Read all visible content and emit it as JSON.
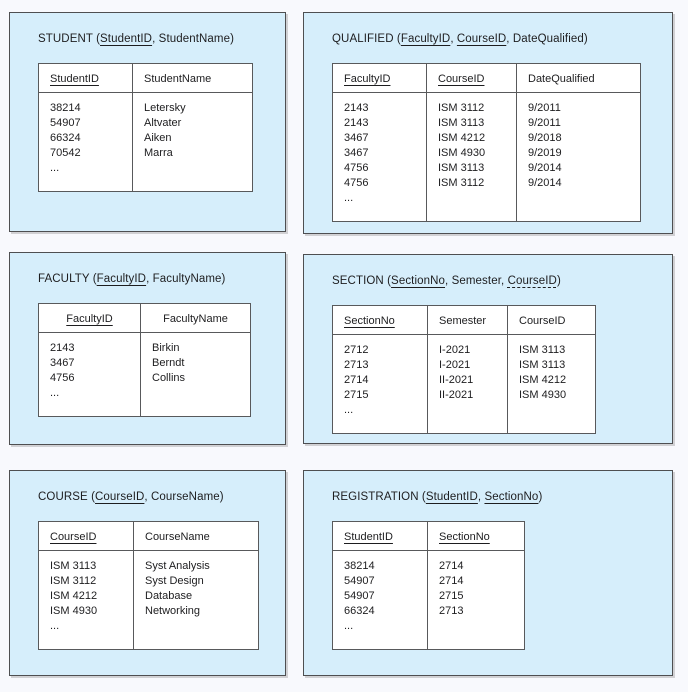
{
  "figure": {
    "kind": "relational-schema-sample-data",
    "colors": {
      "page_background": "#f8f9fd",
      "panel_fill": "#d6eefb",
      "panel_border": "#4e4f51",
      "table_border": "#58595b",
      "table_fill": "#ffffff",
      "text": "#1d1d1f"
    }
  },
  "panels": [
    {
      "id": "student",
      "relation_name": "STUDENT",
      "title_segments": [
        {
          "text": "STUDENT ("
        },
        {
          "text": "StudentID",
          "underline": "solid"
        },
        {
          "text": ", StudentName)"
        }
      ],
      "header_align": "left",
      "columns": [
        {
          "label": "StudentID",
          "underline": "solid"
        },
        {
          "label": "StudentName"
        }
      ],
      "rows": [
        [
          "38214",
          "Letersky"
        ],
        [
          "54907",
          "Altvater"
        ],
        [
          "66324",
          "Aiken"
        ],
        [
          "70542",
          "Marra"
        ]
      ],
      "ellipsis": "..."
    },
    {
      "id": "qualified",
      "relation_name": "QUALIFIED",
      "title_segments": [
        {
          "text": "QUALIFIED ("
        },
        {
          "text": "FacultyID",
          "underline": "solid"
        },
        {
          "text": ", "
        },
        {
          "text": "CourseID",
          "underline": "solid"
        },
        {
          "text": ", DateQualified)"
        }
      ],
      "header_align": "left",
      "columns": [
        {
          "label": "FacultyID",
          "underline": "solid"
        },
        {
          "label": "CourseID",
          "underline": "solid"
        },
        {
          "label": "DateQualified"
        }
      ],
      "rows": [
        [
          "2143",
          "ISM 3112",
          "9/2011"
        ],
        [
          "2143",
          "ISM 3113",
          "9/2011"
        ],
        [
          "3467",
          "ISM 4212",
          "9/2018"
        ],
        [
          "3467",
          "ISM 4930",
          "9/2019"
        ],
        [
          "4756",
          "ISM 3113",
          "9/2014"
        ],
        [
          "4756",
          "ISM 3112",
          "9/2014"
        ]
      ],
      "ellipsis": "..."
    },
    {
      "id": "faculty",
      "relation_name": "FACULTY",
      "title_segments": [
        {
          "text": "FACULTY ("
        },
        {
          "text": "FacultyID",
          "underline": "solid"
        },
        {
          "text": ", FacultyName)"
        }
      ],
      "header_align": "center",
      "columns": [
        {
          "label": "FacultyID",
          "underline": "solid"
        },
        {
          "label": "FacultyName"
        }
      ],
      "rows": [
        [
          "2143",
          "Birkin"
        ],
        [
          "3467",
          "Berndt"
        ],
        [
          "4756",
          "Collins"
        ]
      ],
      "ellipsis": "..."
    },
    {
      "id": "section",
      "relation_name": "SECTION",
      "title_segments": [
        {
          "text": "SECTION ("
        },
        {
          "text": "SectionNo",
          "underline": "solid"
        },
        {
          "text": ", Semester, "
        },
        {
          "text": "CourseID",
          "underline": "dashed"
        },
        {
          "text": ")"
        }
      ],
      "header_align": "left",
      "columns": [
        {
          "label": "SectionNo",
          "underline": "solid"
        },
        {
          "label": "Semester"
        },
        {
          "label": "CourseID"
        }
      ],
      "rows": [
        [
          "2712",
          "I-2021",
          "ISM 3113"
        ],
        [
          "2713",
          "I-2021",
          "ISM 3113"
        ],
        [
          "2714",
          "II-2021",
          "ISM 4212"
        ],
        [
          "2715",
          "II-2021",
          "ISM 4930"
        ]
      ],
      "ellipsis": "..."
    },
    {
      "id": "course",
      "relation_name": "COURSE",
      "title_segments": [
        {
          "text": "COURSE ("
        },
        {
          "text": "CourseID",
          "underline": "solid"
        },
        {
          "text": ", CourseName)"
        }
      ],
      "header_align": "left",
      "columns": [
        {
          "label": "CourseID",
          "underline": "solid"
        },
        {
          "label": "CourseName"
        }
      ],
      "rows": [
        [
          "ISM 3113",
          "Syst Analysis"
        ],
        [
          "ISM 3112",
          "Syst Design"
        ],
        [
          "ISM 4212",
          "Database"
        ],
        [
          "ISM 4930",
          "Networking"
        ]
      ],
      "ellipsis": "..."
    },
    {
      "id": "registration",
      "relation_name": "REGISTRATION",
      "title_segments": [
        {
          "text": "REGISTRATION ("
        },
        {
          "text": "StudentID",
          "underline": "solid"
        },
        {
          "text": ", "
        },
        {
          "text": "SectionNo",
          "underline": "solid"
        },
        {
          "text": ")"
        }
      ],
      "header_align": "left",
      "columns": [
        {
          "label": "StudentID",
          "underline": "solid"
        },
        {
          "label": "SectionNo",
          "underline": "solid"
        }
      ],
      "rows": [
        [
          "38214",
          "2714"
        ],
        [
          "54907",
          "2714"
        ],
        [
          "54907",
          "2715"
        ],
        [
          "66324",
          "2713"
        ]
      ],
      "ellipsis": "..."
    }
  ]
}
